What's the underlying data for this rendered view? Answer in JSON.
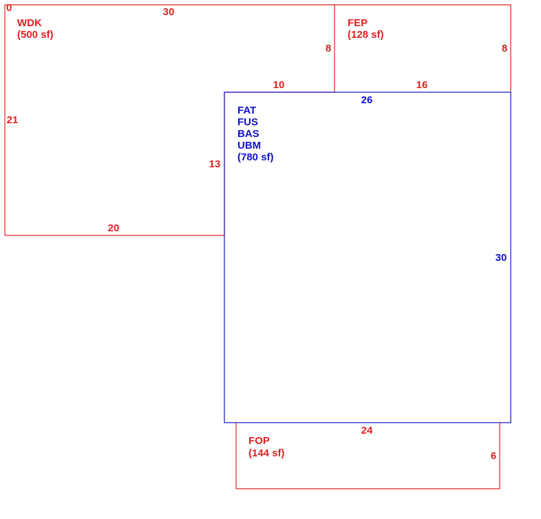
{
  "colors": {
    "red": "#e02020",
    "blue": "#1010cc"
  },
  "corner_marker": "0",
  "areas": {
    "wdk": {
      "code": "WDK",
      "area": "(500 sf)",
      "dims": {
        "top": "30",
        "left": "21",
        "right": "8",
        "mid": "10",
        "inner": "13",
        "bottom": "20"
      }
    },
    "fep": {
      "code": "FEP",
      "area": "(128 sf)",
      "dims": {
        "left": "8",
        "right": "8",
        "bottom": "16"
      }
    },
    "main": {
      "codes": [
        "FAT",
        "FUS",
        "BAS",
        "UBM"
      ],
      "area": "(780 sf)",
      "dims": {
        "top": "26",
        "right": "30"
      }
    },
    "fop": {
      "code": "FOP",
      "area": "(144 sf)",
      "dims": {
        "top": "24",
        "right": "6"
      }
    }
  }
}
